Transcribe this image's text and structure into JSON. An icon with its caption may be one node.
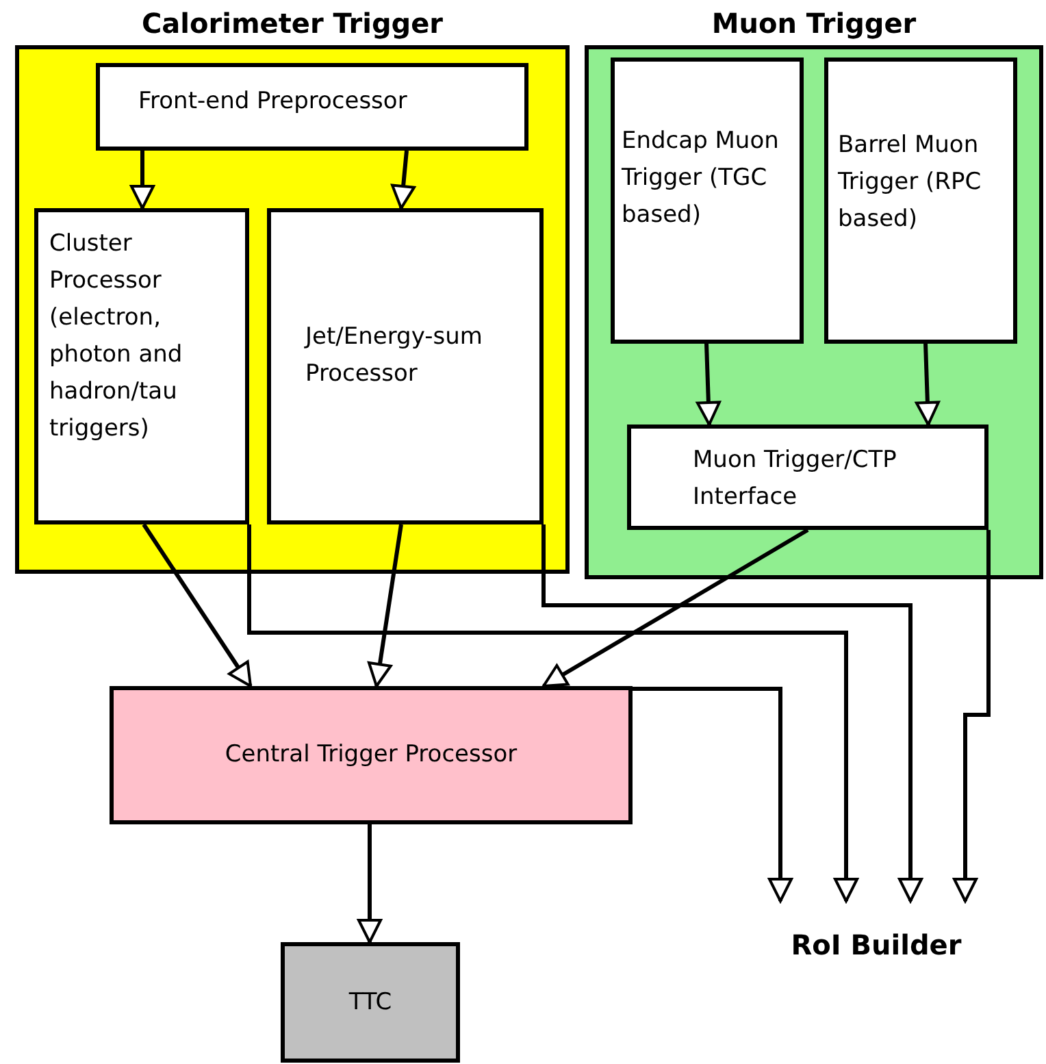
{
  "diagram": {
    "nodes": [
      {
        "text": [
          "Calorimeter Trigger"
        ]
      },
      {
        "text": [
          "Front-end Preprocessor"
        ],
        "in": 0
      },
      {
        "text": [
          "Cluster Processor (electron, photon and hadron/tau triggers)"
        ],
        "in": 0
      },
      {
        "text": [
          "Jet/Energy-sum Processor"
        ],
        "in": 0
      },
      {
        "text": [
          "Muon Trigger"
        ]
      },
      {
        "text": [
          "Endcap Muon Trigger (TGC based)"
        ],
        "in": 4
      },
      {
        "text": [
          "Barrel Muon Trigger (RPC based)"
        ],
        "in": 4
      },
      {
        "text": [
          "Muon Trigger/CTP Interface"
        ],
        "in": 4
      },
      {
        "text": [
          "Central Trigger Processor"
        ]
      },
      {
        "text": [
          "TTC"
        ]
      },
      {
        "text": [
          "RoI Builder"
        ]
      }
    ],
    "edges": [
      {
        "from": 1,
        "to": 2,
        "arrow": "to"
      },
      {
        "from": 1,
        "to": 3,
        "arrow": "to"
      },
      {
        "from": 5,
        "to": 7,
        "arrow": "to"
      },
      {
        "from": 6,
        "to": 7,
        "arrow": "to"
      },
      {
        "from": 2,
        "to": 8,
        "arrow": "to"
      },
      {
        "from": 3,
        "to": 8,
        "arrow": "to"
      },
      {
        "from": 7,
        "to": 8,
        "arrow": "to"
      },
      {
        "from": 8,
        "to": 9,
        "arrow": "to"
      },
      {
        "from": 8,
        "to": 10,
        "arrow": "to"
      },
      {
        "from": 2,
        "to": 10,
        "arrow": "to"
      },
      {
        "from": 3,
        "to": 10,
        "arrow": "to"
      },
      {
        "from": 7,
        "to": 10,
        "arrow": "to"
      }
    ]
  }
}
